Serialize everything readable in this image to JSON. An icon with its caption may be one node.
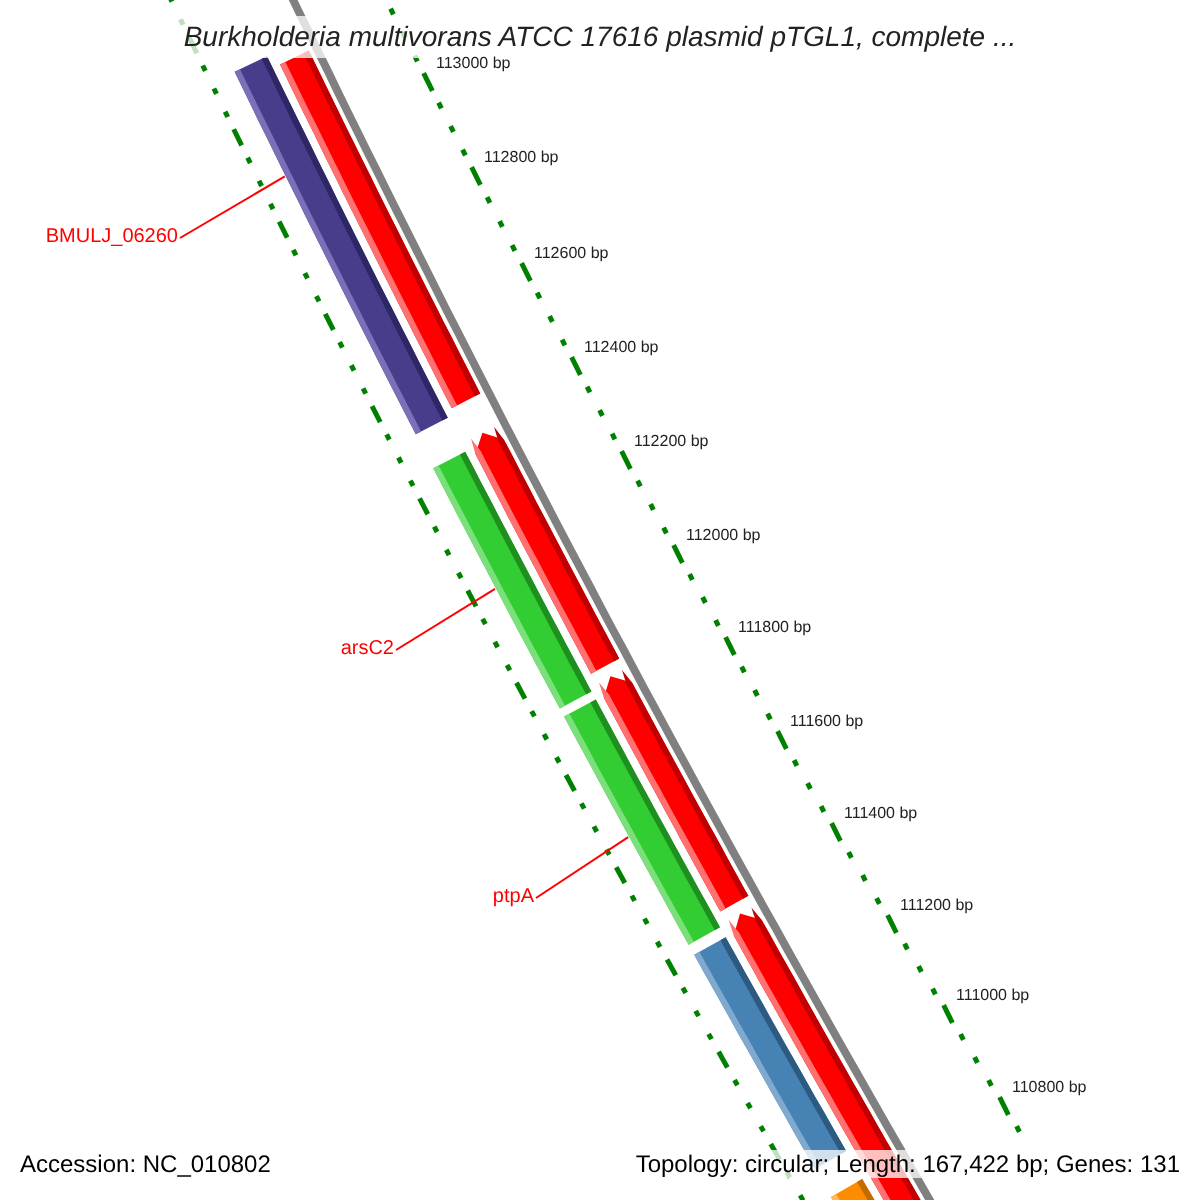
{
  "diagram": {
    "title": "Burkholderia multivorans ATCC 17616 plasmid pTGL1, complete ...",
    "nodes": [
      {
        "text": [
          "BMULJ_06260"
        ]
      },
      {
        "text": [
          "arsC2"
        ]
      },
      {
        "text": [
          "ptpA"
        ]
      },
      {
        "text": [],
        "shape": "bar"
      },
      {
        "text": [],
        "shape": "bar"
      },
      {
        "text": [],
        "shape": "bar"
      },
      {
        "text": [],
        "shape": "bar"
      },
      {
        "text": [],
        "shape": "bar"
      },
      {
        "text": [],
        "shape": "bar"
      },
      {
        "text": [],
        "shape": "bar"
      },
      {
        "text": [],
        "shape": "bar"
      },
      {
        "text": [],
        "shape": "bar"
      }
    ],
    "edges": [
      {
        "from": 0,
        "to": 3,
        "arrow": "none"
      },
      {
        "from": 1,
        "to": 6,
        "arrow": "none"
      },
      {
        "from": 2,
        "to": 8,
        "arrow": "none"
      }
    ],
    "labels": [
      "113000 bp",
      "112800 bp",
      "112600 bp",
      "112400 bp",
      "112200 bp",
      "112000 bp",
      "111800 bp",
      "111600 bp",
      "111400 bp",
      "111200 bp",
      "111000 bp",
      "110800 bp",
      "Accession: NC_010802",
      "Topology: circular; Length: 167,422 bp; Genes: 131"
    ]
  }
}
